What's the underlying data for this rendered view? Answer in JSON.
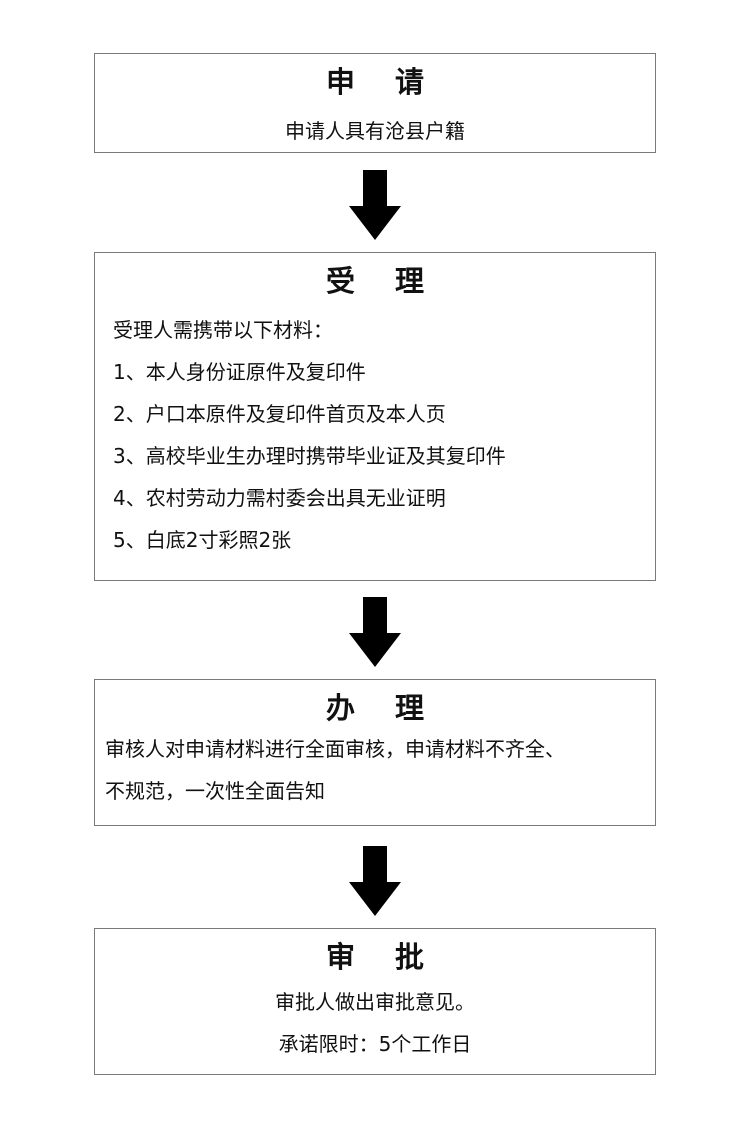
{
  "steps": {
    "apply": {
      "title": "申 请",
      "lines": [
        "申请人具有沧县户籍"
      ]
    },
    "accept": {
      "title": "受 理",
      "lines": [
        "受理人需携带以下材料：",
        "1、本人身份证原件及复印件",
        "2、户口本原件及复印件首页及本人页",
        "3、高校毕业生办理时携带毕业证及其复印件",
        "4、农村劳动力需村委会出具无业证明",
        "5、白底2寸彩照2张"
      ]
    },
    "handle": {
      "title": "办 理",
      "lines": [
        "审核人对申请材料进行全面审核，申请材料不齐全、",
        "不规范，一次性全面告知"
      ]
    },
    "approve": {
      "title": "审 批",
      "lines": [
        "审批人做出审批意见。",
        "承诺限时：5个工作日"
      ]
    }
  },
  "arrow_icon": "down-arrow-icon",
  "colors": {
    "border": "#7a7a7a",
    "arrow": "#000000",
    "text": "#111111"
  }
}
